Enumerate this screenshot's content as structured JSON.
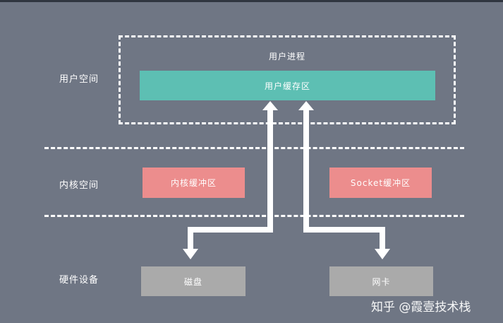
{
  "layers": {
    "user_space": "用户空间",
    "kernel_space": "内核空间",
    "hardware": "硬件设备"
  },
  "process": {
    "title": "用户进程",
    "user_buffer": "用户缓存区"
  },
  "kernel": {
    "kernel_buffer": "内核缓冲区",
    "socket_buffer": "Socket缓冲区"
  },
  "hardware": {
    "disk": "磁盘",
    "nic": "网卡"
  },
  "watermark": "知乎 @霞壹技术栈",
  "colors": {
    "background": "#6f7684",
    "user_buffer": "#5dbfb3",
    "kernel_buffers": "#ec8d8d",
    "hardware": "#aaaaaa",
    "lines": "#ffffff"
  }
}
